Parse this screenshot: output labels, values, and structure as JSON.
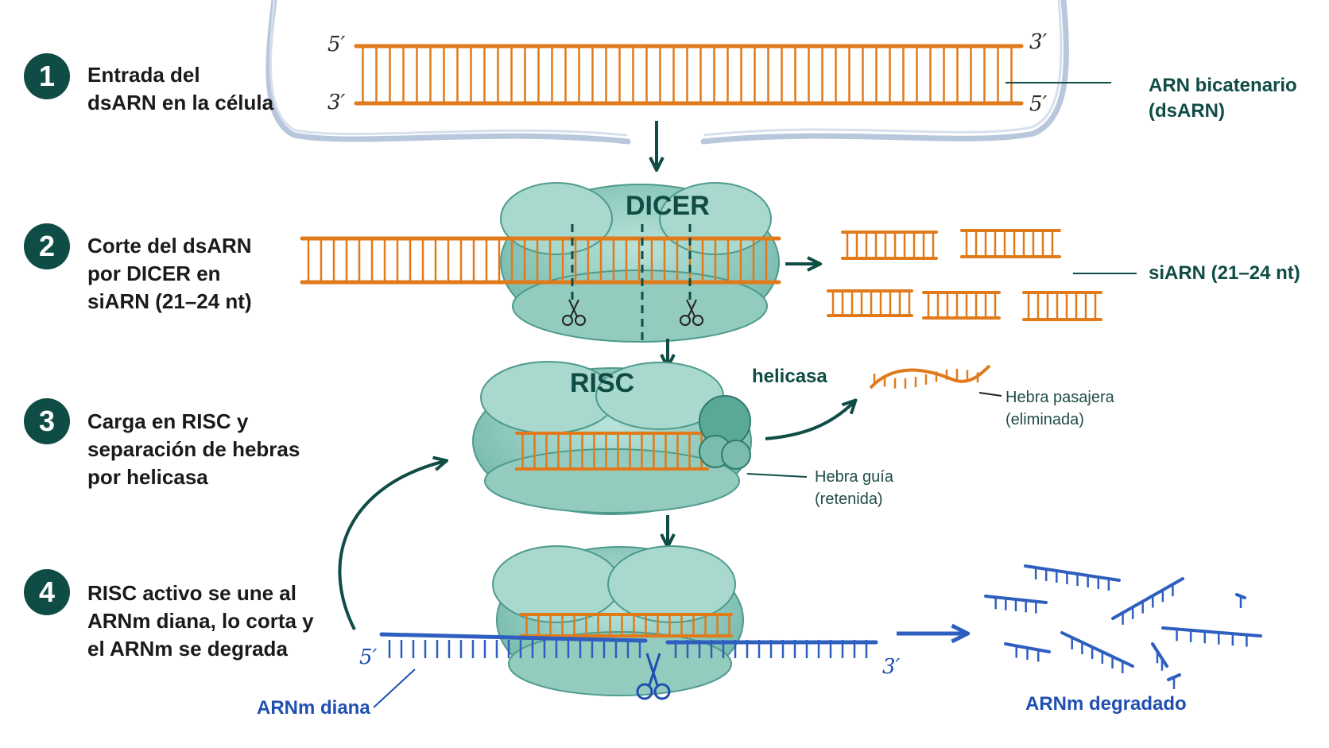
{
  "steps": [
    {
      "number": "1",
      "lines": [
        "Entrada del",
        "dsARN en la célula"
      ]
    },
    {
      "number": "2",
      "lines": [
        "Corte del dsARN",
        "por DICER en",
        "siARN (21–24 nt)"
      ]
    },
    {
      "number": "3",
      "lines": [
        "Carga en RISC y",
        "separación de hebras",
        "por helicasa"
      ]
    },
    {
      "number": "4",
      "lines": [
        "RISC activo se une al",
        "ARNm diana, lo corta y",
        "el ARNm se degrada"
      ]
    }
  ],
  "labels": {
    "dsarn": [
      "ARN bicatenario",
      "(dsARN)"
    ],
    "siarn": "siARN (21–24 nt)",
    "dicer": "DICER",
    "risc": "RISC",
    "helicasa": "helicasa",
    "passenger": [
      "Hebra pasajera",
      "(eliminada)"
    ],
    "guide": [
      "Hebra guía",
      "(retenida)"
    ],
    "target_mrna": "ARNm diana",
    "degraded_mrna": "ARNm degradado"
  },
  "ends": {
    "top_left_5": "5′",
    "top_left_3": "3′",
    "top_right_3": "3′",
    "top_right_5": "5′",
    "mrna_5": "5′",
    "mrna_3": "3′"
  },
  "colors": {
    "rna_orange": "#e07a1a",
    "teal_dark": "#0f4c45",
    "protein_teal": "#8cc9be",
    "mrna_blue": "#2e5fbf",
    "membrane": "#b8c7dc"
  },
  "icons": [
    "scissors-icon",
    "arrow-down-icon",
    "arrow-right-icon",
    "curved-arrow-icon"
  ]
}
